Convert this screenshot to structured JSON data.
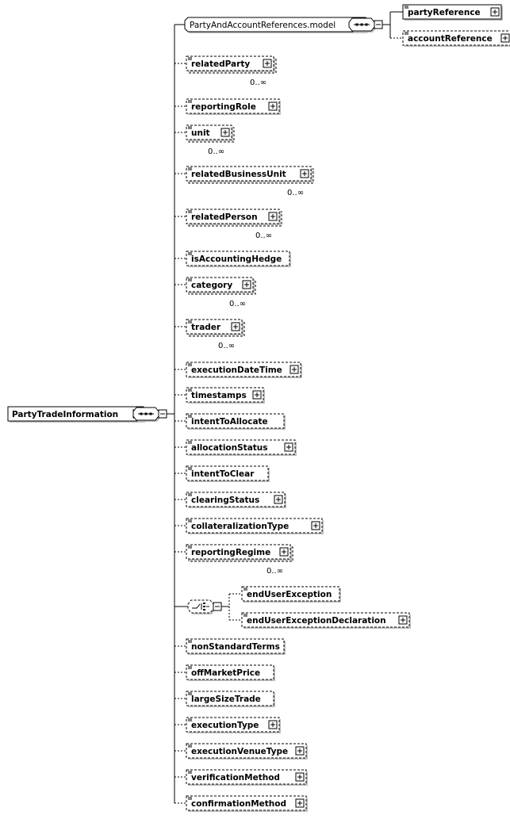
{
  "root": {
    "label": "PartyTradeInformation"
  },
  "group_ref": {
    "label": "PartyAndAccountReferences.model"
  },
  "group_children": [
    {
      "label": "partyReference",
      "optional": false
    },
    {
      "label": "accountReference",
      "optional": true
    }
  ],
  "elements": [
    {
      "label": "relatedParty",
      "occurs": "0..∞",
      "expand": true
    },
    {
      "label": "reportingRole",
      "occurs": "",
      "expand": true
    },
    {
      "label": "unit",
      "occurs": "0..∞",
      "expand": true
    },
    {
      "label": "relatedBusinessUnit",
      "occurs": "0..∞",
      "expand": true
    },
    {
      "label": "relatedPerson",
      "occurs": "0..∞",
      "expand": true
    },
    {
      "label": "isAccountingHedge",
      "occurs": "",
      "expand": false
    },
    {
      "label": "category",
      "occurs": "0..∞",
      "expand": true
    },
    {
      "label": "trader",
      "occurs": "0..∞",
      "expand": true
    },
    {
      "label": "executionDateTime",
      "occurs": "",
      "expand": true
    },
    {
      "label": "timestamps",
      "occurs": "",
      "expand": true
    },
    {
      "label": "intentToAllocate",
      "occurs": "",
      "expand": false
    },
    {
      "label": "allocationStatus",
      "occurs": "",
      "expand": true
    },
    {
      "label": "intentToClear",
      "occurs": "",
      "expand": false
    },
    {
      "label": "clearingStatus",
      "occurs": "",
      "expand": true
    },
    {
      "label": "collateralizationType",
      "occurs": "",
      "expand": true
    },
    {
      "label": "reportingRegime",
      "occurs": "0..∞",
      "expand": true
    }
  ],
  "choice_children": [
    {
      "label": "endUserException",
      "expand": false
    },
    {
      "label": "endUserExceptionDeclaration",
      "expand": true
    }
  ],
  "elements_after": [
    {
      "label": "nonStandardTerms",
      "expand": false
    },
    {
      "label": "offMarketPrice",
      "expand": false
    },
    {
      "label": "largeSizeTrade",
      "expand": false
    },
    {
      "label": "executionType",
      "expand": true
    },
    {
      "label": "executionVenueType",
      "expand": true
    },
    {
      "label": "verificationMethod",
      "expand": true
    },
    {
      "label": "confirmationMethod",
      "expand": true
    }
  ]
}
